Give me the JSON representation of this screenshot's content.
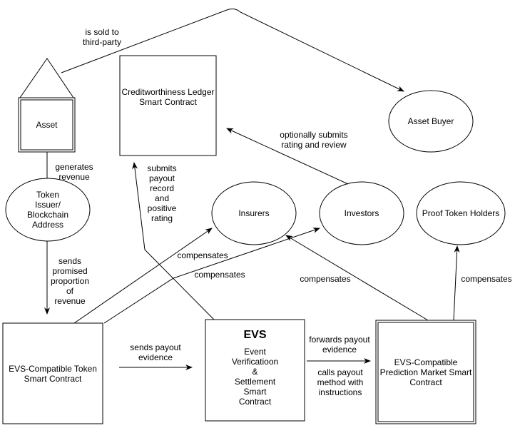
{
  "nodes": {
    "asset": "Asset",
    "creditworthiness": "Creditworthiness Ledger\nSmart Contract",
    "asset_buyer": "Asset Buyer",
    "token_issuer": "Token\nIssuer/\nBlockchain\nAddress",
    "insurers": "Insurers",
    "investors": "Investors",
    "proof_token_holders": "Proof Token Holders",
    "token_contract": "EVS-Compatible Token\nSmart Contract",
    "evs_title": "EVS",
    "evs_body": "Event\nVerificatioon\n&\nSettlement\nSmart\nContract",
    "prediction_market": "EVS-Compatible\nPrediction Market Smart\nContract"
  },
  "edges": {
    "sold": "is sold to\nthird-party",
    "generates": "generates\nrevenue",
    "optional_rating": "optionally submits\nrating and review",
    "submits_payout": "submits\npayout\nrecord\nand\npositive\nrating",
    "sends_promised": "sends\npromised\nproportion\nof\nrevenue",
    "compensates_insurers": "compensates",
    "compensates_investors": "compensates",
    "compensates_pm_insurers": "compensates",
    "compensates_proof": "compensates",
    "sends_payout_evidence": "sends payout\nevidence",
    "forwards_payout": "forwards payout\nevidence",
    "calls_payout": "calls payout\nmethod with\ninstructions"
  }
}
